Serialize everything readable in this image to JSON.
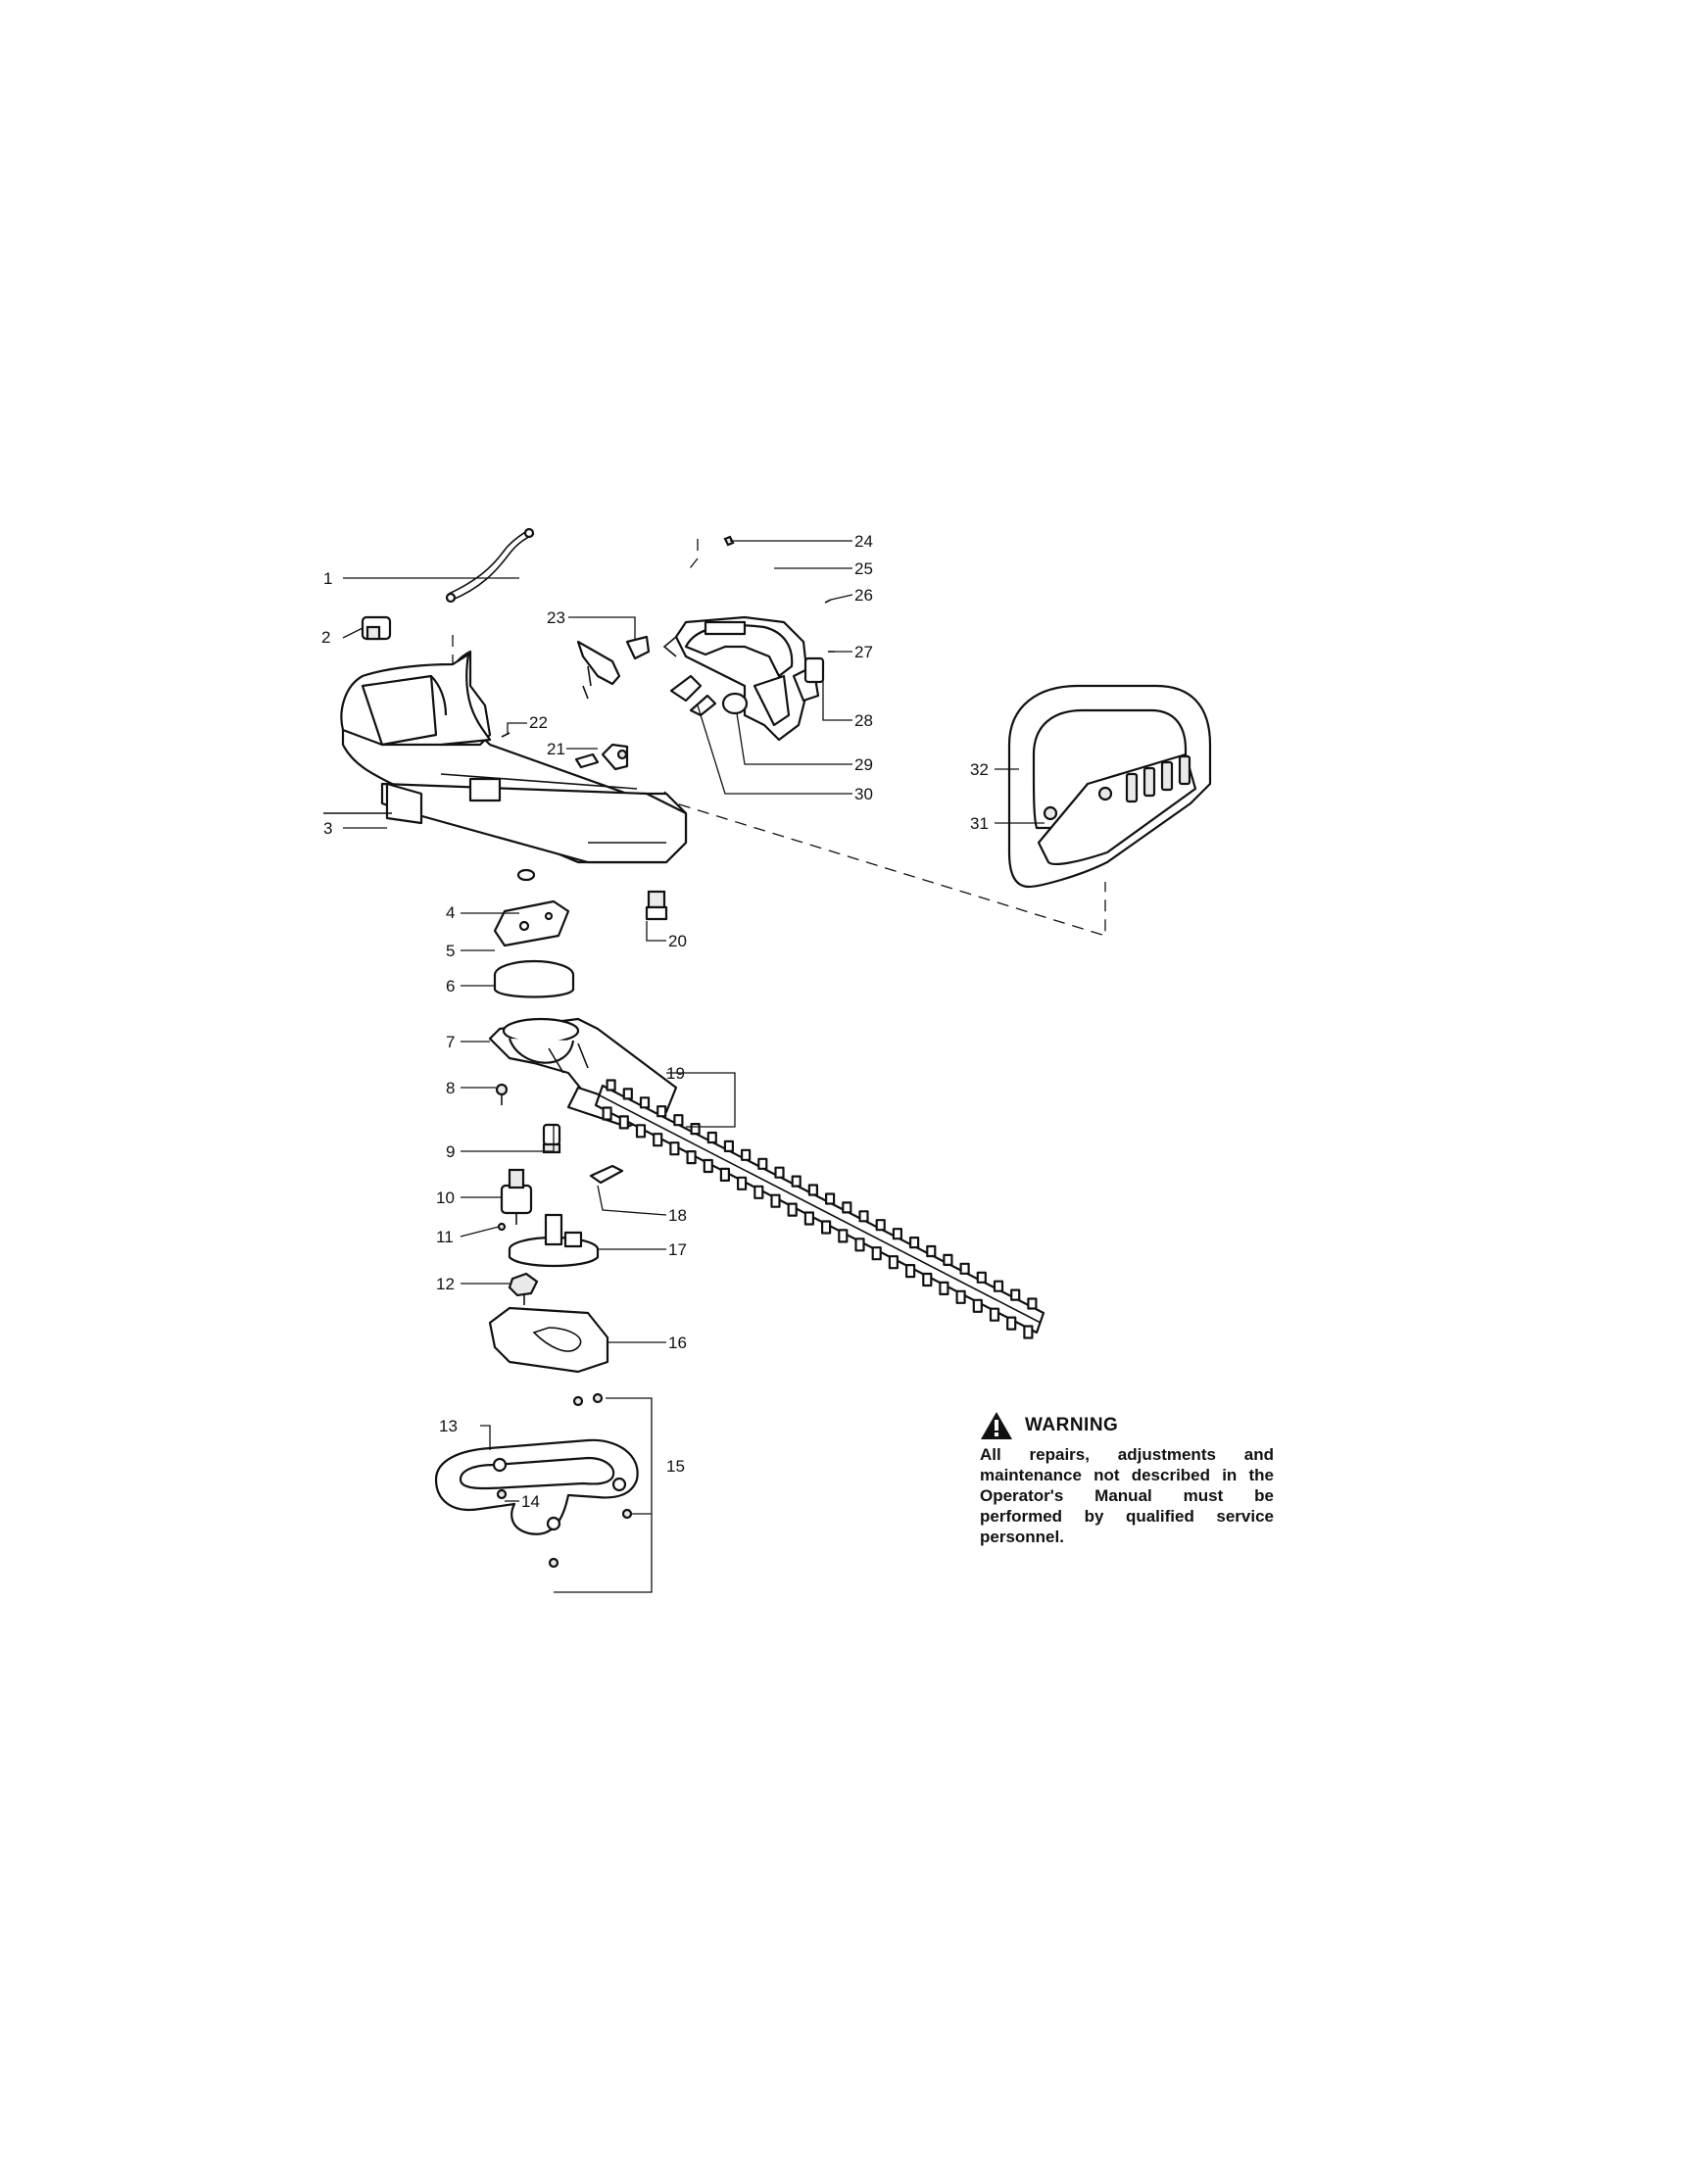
{
  "callouts": {
    "c1": "1",
    "c2": "2",
    "c3": "3",
    "c4": "4",
    "c5": "5",
    "c6": "6",
    "c7": "7",
    "c8": "8",
    "c9": "9",
    "c10": "10",
    "c11": "11",
    "c12": "12",
    "c13": "13",
    "c14": "14",
    "c15": "15",
    "c16": "16",
    "c17": "17",
    "c18": "18",
    "c19": "19",
    "c20": "20",
    "c21": "21",
    "c22": "22",
    "c23": "23",
    "c24": "24",
    "c25": "25",
    "c26": "26",
    "c27": "27",
    "c28": "28",
    "c29": "29",
    "c30": "30",
    "c31": "31",
    "c32": "32"
  },
  "warning": {
    "title": "WARNING",
    "text": "All repairs, adjustments and maintenance not described in the Operator's Manual must be performed by qualified service personnel.",
    "icon": "warning-triangle-icon"
  }
}
